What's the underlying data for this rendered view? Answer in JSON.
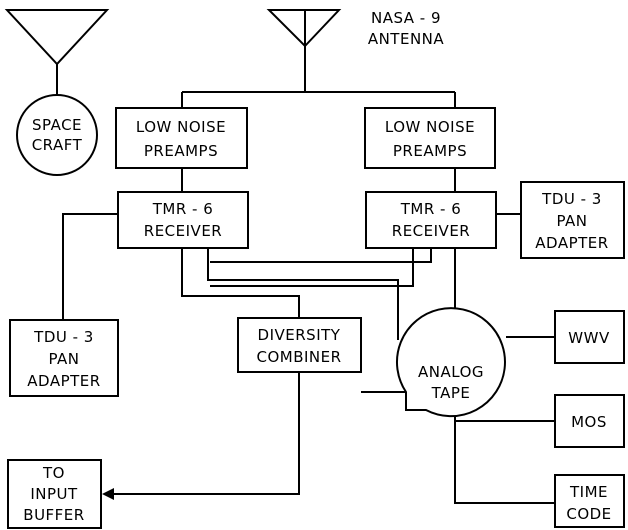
{
  "antenna_label": [
    "NASA - 9",
    "ANTENNA"
  ],
  "spacecraft": [
    "SPACE",
    "CRAFT"
  ],
  "preamp_left": [
    "LOW NOISE",
    "PREAMPS"
  ],
  "preamp_right": [
    "LOW NOISE",
    "PREAMPS"
  ],
  "receiver_left": [
    "TMR - 6",
    "RECEIVER"
  ],
  "receiver_right": [
    "TMR - 6",
    "RECEIVER"
  ],
  "pan_adapter_left": [
    "TDU - 3",
    "PAN",
    "ADAPTER"
  ],
  "pan_adapter_right": [
    "TDU - 3",
    "PAN",
    "ADAPTER"
  ],
  "diversity_combiner": [
    "DIVERSITY",
    "COMBINER"
  ],
  "analog_tape": [
    "ANALOG",
    "TAPE"
  ],
  "wwv": [
    "WWV"
  ],
  "mos": [
    "MOS"
  ],
  "time_code": [
    "TIME",
    "CODE"
  ],
  "input_buffer": [
    "TO",
    "INPUT",
    "BUFFER"
  ]
}
